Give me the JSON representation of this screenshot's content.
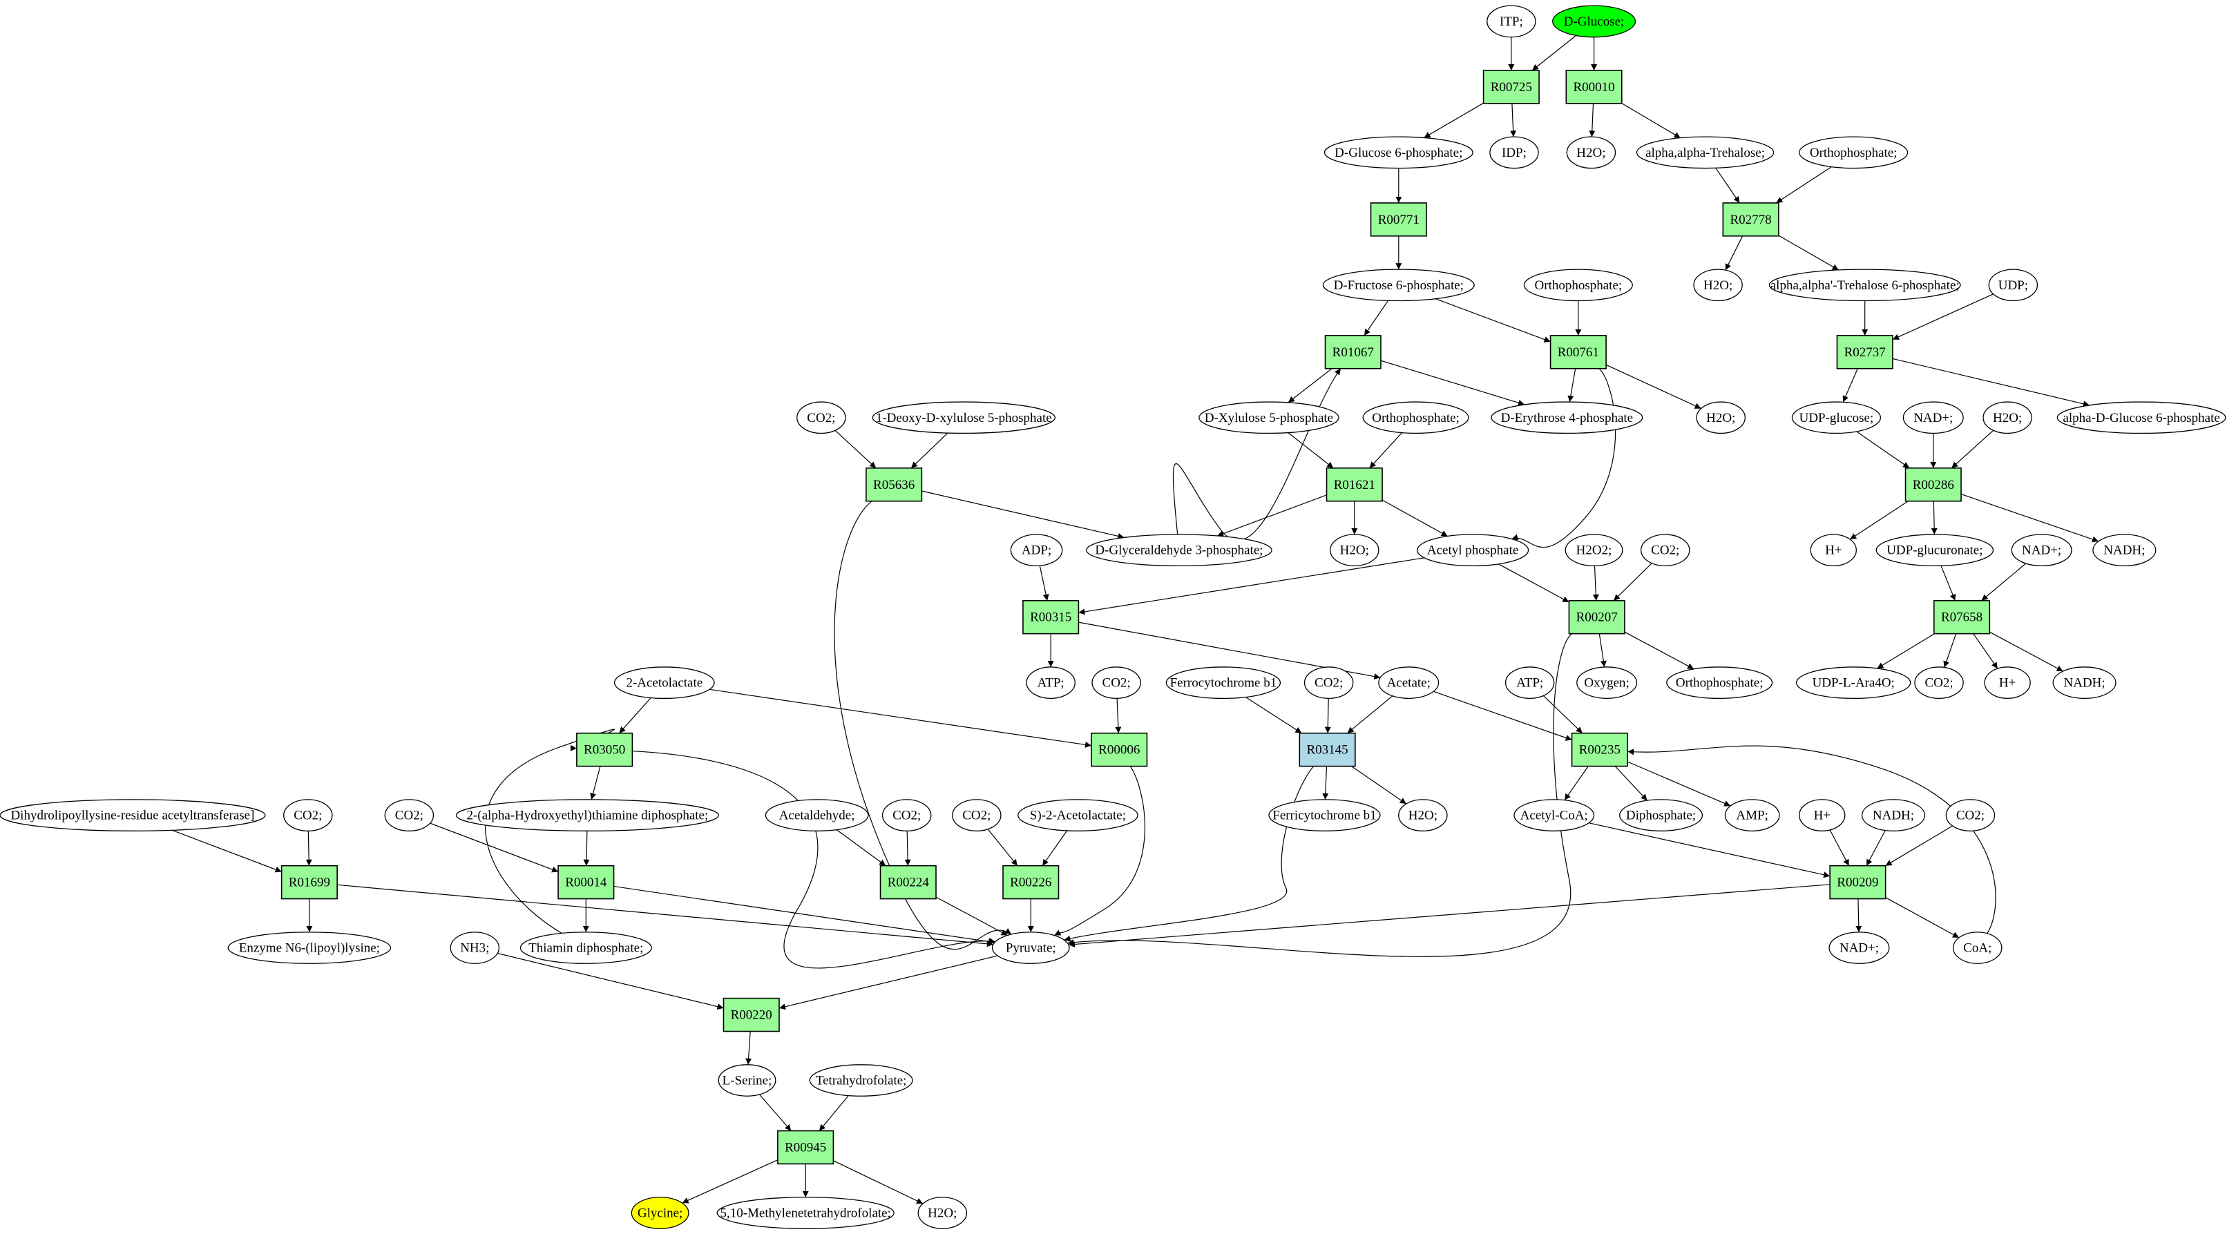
{
  "colors": {
    "reaction": "#98fb98",
    "reaction_highlight": "#add8e6",
    "source_compound": "#00ff00",
    "target_compound": "#ffff00",
    "compound": "#ffffff",
    "edge": "#000000"
  },
  "compounds": {
    "itp": "ITP;",
    "d_glucose": "D-Glucose;",
    "g6p": "D-Glucose 6-phosphate;",
    "idp": "IDP;",
    "h2o_a": "H2O;",
    "trehalose": "alpha,alpha-Trehalose;",
    "pi_a": "Orthophosphate;",
    "f6p": "D-Fructose 6-phosphate;",
    "pi_b": "Orthophosphate;",
    "h2o_b": "H2O;",
    "tre6p": "alpha,alpha'-Trehalose 6-phosphate;",
    "udp": "UDP;",
    "co2_a": "CO2;",
    "dxp": "1-Deoxy-D-xylulose 5-phosphate",
    "xu5p": "D-Xylulose 5-phosphate",
    "pi_c": "Orthophosphate;",
    "e4p": "D-Erythrose 4-phosphate",
    "h2o_c": "H2O;",
    "udp_glucose": "UDP-glucose;",
    "nad_a": "NAD+;",
    "h2o_d": "H2O;",
    "agl6p": "alpha-D-Glucose 6-phosphate",
    "adp": "ADP;",
    "g3p": "D-Glyceraldehyde 3-phosphate;",
    "h2o_e": "H2O;",
    "acetyl_p": "Acetyl phosphate",
    "h2o2": "H2O2;",
    "co2_b": "CO2;",
    "hplus_a": "H+",
    "udp_glcua": "UDP-glucuronate;",
    "nad_b": "NAD+;",
    "nadh_a": "NADH;",
    "atp_a": "ATP;",
    "co2_c": "CO2;",
    "ferrocyt": "Ferrocytochrome b1",
    "co2_d": "CO2;",
    "acetate": "Acetate;",
    "atp_b": "ATP;",
    "oxygen": "Oxygen;",
    "pi_d": "Orthophosphate;",
    "udp_ara": "UDP-L-Ara4O;",
    "co2_e": "CO2;",
    "hplus_b": "H+",
    "nadh_b": "NADH;",
    "acetolactate2": "2-Acetolactate",
    "dihydrolipo": "Dihydrolipoyllysine-residue acetyltransferase]",
    "co2_f": "CO2;",
    "co2_g": "CO2;",
    "hethdp": "2-(alpha-Hydroxyethyl)thiamine diphosphate;",
    "acetaldehyde": "Acetaldehyde;",
    "co2_h": "CO2;",
    "co2_i": "CO2;",
    "s_acetolactate": "S)-2-Acetolactate;",
    "ferricyt": "Ferricytochrome b1",
    "h2o_f": "H2O;",
    "acetyl_coa": "Acetyl-CoA;",
    "diphosphate": "Diphosphate;",
    "amp": "AMP;",
    "hplus_c": "H+",
    "nadh_c": "NADH;",
    "co2_j": "CO2;",
    "lipoyl": "Enzyme N6-(lipoyl)lysine;",
    "nh3": "NH3;",
    "thdp": "Thiamin diphosphate;",
    "pyruvate": "Pyruvate;",
    "nad_c": "NAD+;",
    "coa": "CoA;",
    "serine": "L-Serine;",
    "thf": "Tetrahydrofolate;",
    "glycine": "Glycine;",
    "methylene_thf": "5,10-Methylenetetrahydrofolate;",
    "h2o_g": "H2O;"
  },
  "reactions": {
    "R00725": "R00725",
    "R00010": "R00010",
    "R00771": "R00771",
    "R02778": "R02778",
    "R01067": "R01067",
    "R00761": "R00761",
    "R02737": "R02737",
    "R05636": "R05636",
    "R01621": "R01621",
    "R00286": "R00286",
    "R00315": "R00315",
    "R00207": "R00207",
    "R07658": "R07658",
    "R03050": "R03050",
    "R00006": "R00006",
    "R03145": "R03145",
    "R00235": "R00235",
    "R01699": "R01699",
    "R00014": "R00014",
    "R00224": "R00224",
    "R00226": "R00226",
    "R00209": "R00209",
    "R00220": "R00220",
    "R00945": "R00945"
  },
  "highlight": {
    "source": "d_glucose",
    "target": "glycine",
    "selected_reaction": "R03145"
  },
  "edges": [
    [
      "itp",
      "R00725"
    ],
    [
      "d_glucose",
      "R00725"
    ],
    [
      "d_glucose",
      "R00010"
    ],
    [
      "R00725",
      "g6p"
    ],
    [
      "R00725",
      "idp"
    ],
    [
      "R00010",
      "h2o_a"
    ],
    [
      "R00010",
      "trehalose"
    ],
    [
      "g6p",
      "R00771"
    ],
    [
      "trehalose",
      "R02778"
    ],
    [
      "pi_a",
      "R02778"
    ],
    [
      "R00771",
      "f6p"
    ],
    [
      "R02778",
      "h2o_b"
    ],
    [
      "R02778",
      "tre6p"
    ],
    [
      "f6p",
      "R01067"
    ],
    [
      "f6p",
      "R00761"
    ],
    [
      "pi_b",
      "R00761"
    ],
    [
      "tre6p",
      "R02737"
    ],
    [
      "udp",
      "R02737"
    ],
    [
      "R01067",
      "xu5p"
    ],
    [
      "R01067",
      "e4p"
    ],
    [
      "R00761",
      "e4p"
    ],
    [
      "R00761",
      "h2o_c"
    ],
    [
      "R00761",
      "acetyl_p"
    ],
    [
      "R02737",
      "udp_glucose"
    ],
    [
      "R02737",
      "agl6p"
    ],
    [
      "co2_a",
      "R05636"
    ],
    [
      "dxp",
      "R05636"
    ],
    [
      "xu5p",
      "R01621"
    ],
    [
      "pi_c",
      "R01621"
    ],
    [
      "udp_glucose",
      "R00286"
    ],
    [
      "nad_a",
      "R00286"
    ],
    [
      "h2o_d",
      "R00286"
    ],
    [
      "R05636",
      "g3p"
    ],
    [
      "R05636",
      "pyruvate"
    ],
    [
      "R01621",
      "g3p"
    ],
    [
      "R01621",
      "h2o_e"
    ],
    [
      "R01621",
      "acetyl_p"
    ],
    [
      "g3p",
      "R01067"
    ],
    [
      "R00286",
      "hplus_a"
    ],
    [
      "R00286",
      "udp_glcua"
    ],
    [
      "R00286",
      "nadh_a"
    ],
    [
      "adp",
      "R00315"
    ],
    [
      "acetyl_p",
      "R00315"
    ],
    [
      "acetyl_p",
      "R00207"
    ],
    [
      "h2o2",
      "R00207"
    ],
    [
      "co2_b",
      "R00207"
    ],
    [
      "udp_glcua",
      "R07658"
    ],
    [
      "nad_b",
      "R07658"
    ],
    [
      "R00315",
      "atp_a"
    ],
    [
      "R00315",
      "acetate"
    ],
    [
      "R00207",
      "oxygen"
    ],
    [
      "R00207",
      "pi_d"
    ],
    [
      "R00207",
      "pyruvate"
    ],
    [
      "R07658",
      "udp_ara"
    ],
    [
      "R07658",
      "co2_e"
    ],
    [
      "R07658",
      "hplus_b"
    ],
    [
      "R07658",
      "nadh_b"
    ],
    [
      "acetolactate2",
      "R03050"
    ],
    [
      "acetolactate2",
      "R00006"
    ],
    [
      "co2_c",
      "R00006"
    ],
    [
      "ferrocyt",
      "R03145"
    ],
    [
      "co2_d",
      "R03145"
    ],
    [
      "acetate",
      "R03145"
    ],
    [
      "acetate",
      "R00235"
    ],
    [
      "atp_b",
      "R00235"
    ],
    [
      "R03050",
      "hethdp"
    ],
    [
      "R03050",
      "pyruvate"
    ],
    [
      "R00006",
      "pyruvate"
    ],
    [
      "R03145",
      "ferricyt"
    ],
    [
      "R03145",
      "h2o_f"
    ],
    [
      "R03145",
      "pyruvate"
    ],
    [
      "R00235",
      "acetyl_coa"
    ],
    [
      "R00235",
      "diphosphate"
    ],
    [
      "R00235",
      "amp"
    ],
    [
      "dihydrolipo",
      "R01699"
    ],
    [
      "co2_f",
      "R01699"
    ],
    [
      "co2_g",
      "R00014"
    ],
    [
      "hethdp",
      "R00014"
    ],
    [
      "acetaldehyde",
      "R00224"
    ],
    [
      "co2_h",
      "R00224"
    ],
    [
      "co2_i",
      "R00226"
    ],
    [
      "s_acetolactate",
      "R00226"
    ],
    [
      "acetyl_coa",
      "R00209"
    ],
    [
      "hplus_c",
      "R00209"
    ],
    [
      "nadh_c",
      "R00209"
    ],
    [
      "co2_j",
      "R00209"
    ],
    [
      "R01699",
      "lipoyl"
    ],
    [
      "R01699",
      "pyruvate"
    ],
    [
      "R00014",
      "thdp"
    ],
    [
      "R00014",
      "pyruvate"
    ],
    [
      "thdp",
      "R03050"
    ],
    [
      "R00224",
      "pyruvate"
    ],
    [
      "R00226",
      "pyruvate"
    ],
    [
      "R00209",
      "pyruvate"
    ],
    [
      "R00209",
      "nad_c"
    ],
    [
      "R00209",
      "coa"
    ],
    [
      "coa",
      "R00235"
    ],
    [
      "nh3",
      "R00220"
    ],
    [
      "pyruvate",
      "R00220"
    ],
    [
      "R00220",
      "serine"
    ],
    [
      "serine",
      "R00945"
    ],
    [
      "thf",
      "R00945"
    ],
    [
      "R00945",
      "glycine"
    ],
    [
      "R00945",
      "methylene_thf"
    ],
    [
      "R00945",
      "h2o_g"
    ]
  ]
}
